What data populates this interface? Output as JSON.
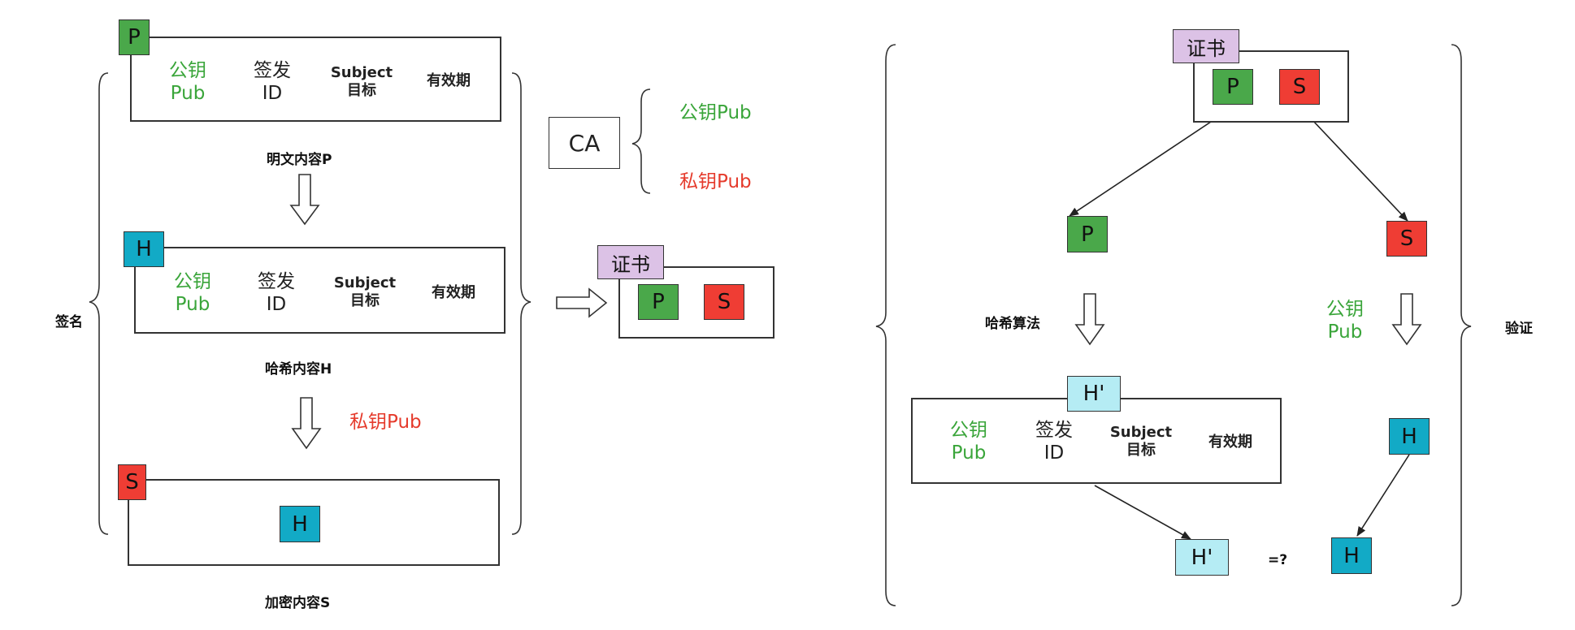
{
  "colors": {
    "green": "#4aa84a",
    "red": "#ef3d34",
    "cyan": "#12aac6",
    "purple_light": "#dcc2e6",
    "cyan_light": "#b5ecf4",
    "green_text": "#3aa53a",
    "red_text": "#e53b2c"
  },
  "icons": [
    "brace-left",
    "brace-right",
    "hollow-arrow-down",
    "hollow-arrow-right",
    "arrow"
  ],
  "fields": {
    "pubkey_cn": "公钥",
    "pubkey_en": "Pub",
    "issuer_cn": "签发",
    "issuer_en": "ID",
    "subject_en": "Subject",
    "subject_cn": "目标",
    "validity": "有效期"
  },
  "tags": {
    "p": "P",
    "h": "H",
    "s": "S",
    "h_prime": "H'",
    "cert": "证书"
  },
  "labels": {
    "plaintext": "明文内容P",
    "hash_content": "哈希内容H",
    "encrypted_content": "加密内容S",
    "private_key": "私钥Pub",
    "sign": "签名",
    "ca": "CA",
    "ca_public": "公钥Pub",
    "ca_private": "私钥Pub",
    "hash_algo": "哈希算法",
    "pub_cn": "公钥",
    "pub_en": "Pub",
    "compare": "=?",
    "verify": "验证"
  }
}
